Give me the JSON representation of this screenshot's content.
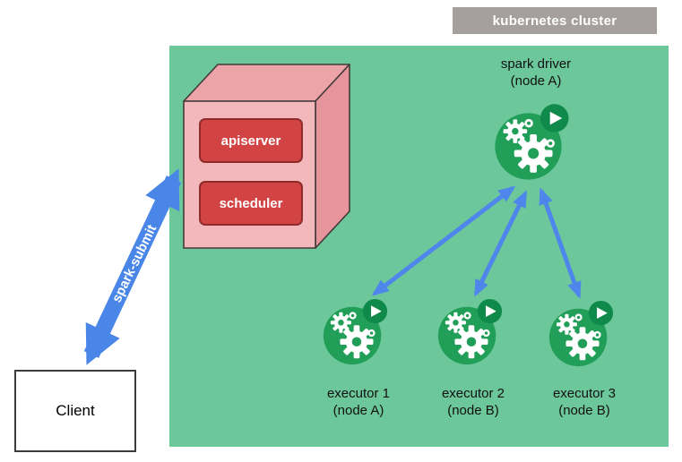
{
  "cluster": {
    "label": "kubernetes cluster"
  },
  "control_plane": {
    "apiserver": "apiserver",
    "scheduler": "scheduler"
  },
  "driver": {
    "name": "spark driver",
    "node": "(node A)"
  },
  "executors": [
    {
      "name": "executor 1",
      "node": "(node A)"
    },
    {
      "name": "executor 2",
      "node": "(node B)"
    },
    {
      "name": "executor 3",
      "node": "(node B)"
    }
  ],
  "client": {
    "label": "Client"
  },
  "submit": {
    "label": "spark-submit"
  },
  "colors": {
    "cluster_green": "#6cc79a",
    "icon_green": "#219e58",
    "badge_green": "#0f8a4b",
    "arrow_blue": "#4a86e8",
    "small_arrow_blue": "#4f86ec",
    "box_red": "#d24444",
    "cube_front_pink": "#f3b8bb",
    "cube_top_pink": "#eda4a9",
    "cube_side_pink": "#e6959d",
    "label_gray": "#a5a09e"
  }
}
